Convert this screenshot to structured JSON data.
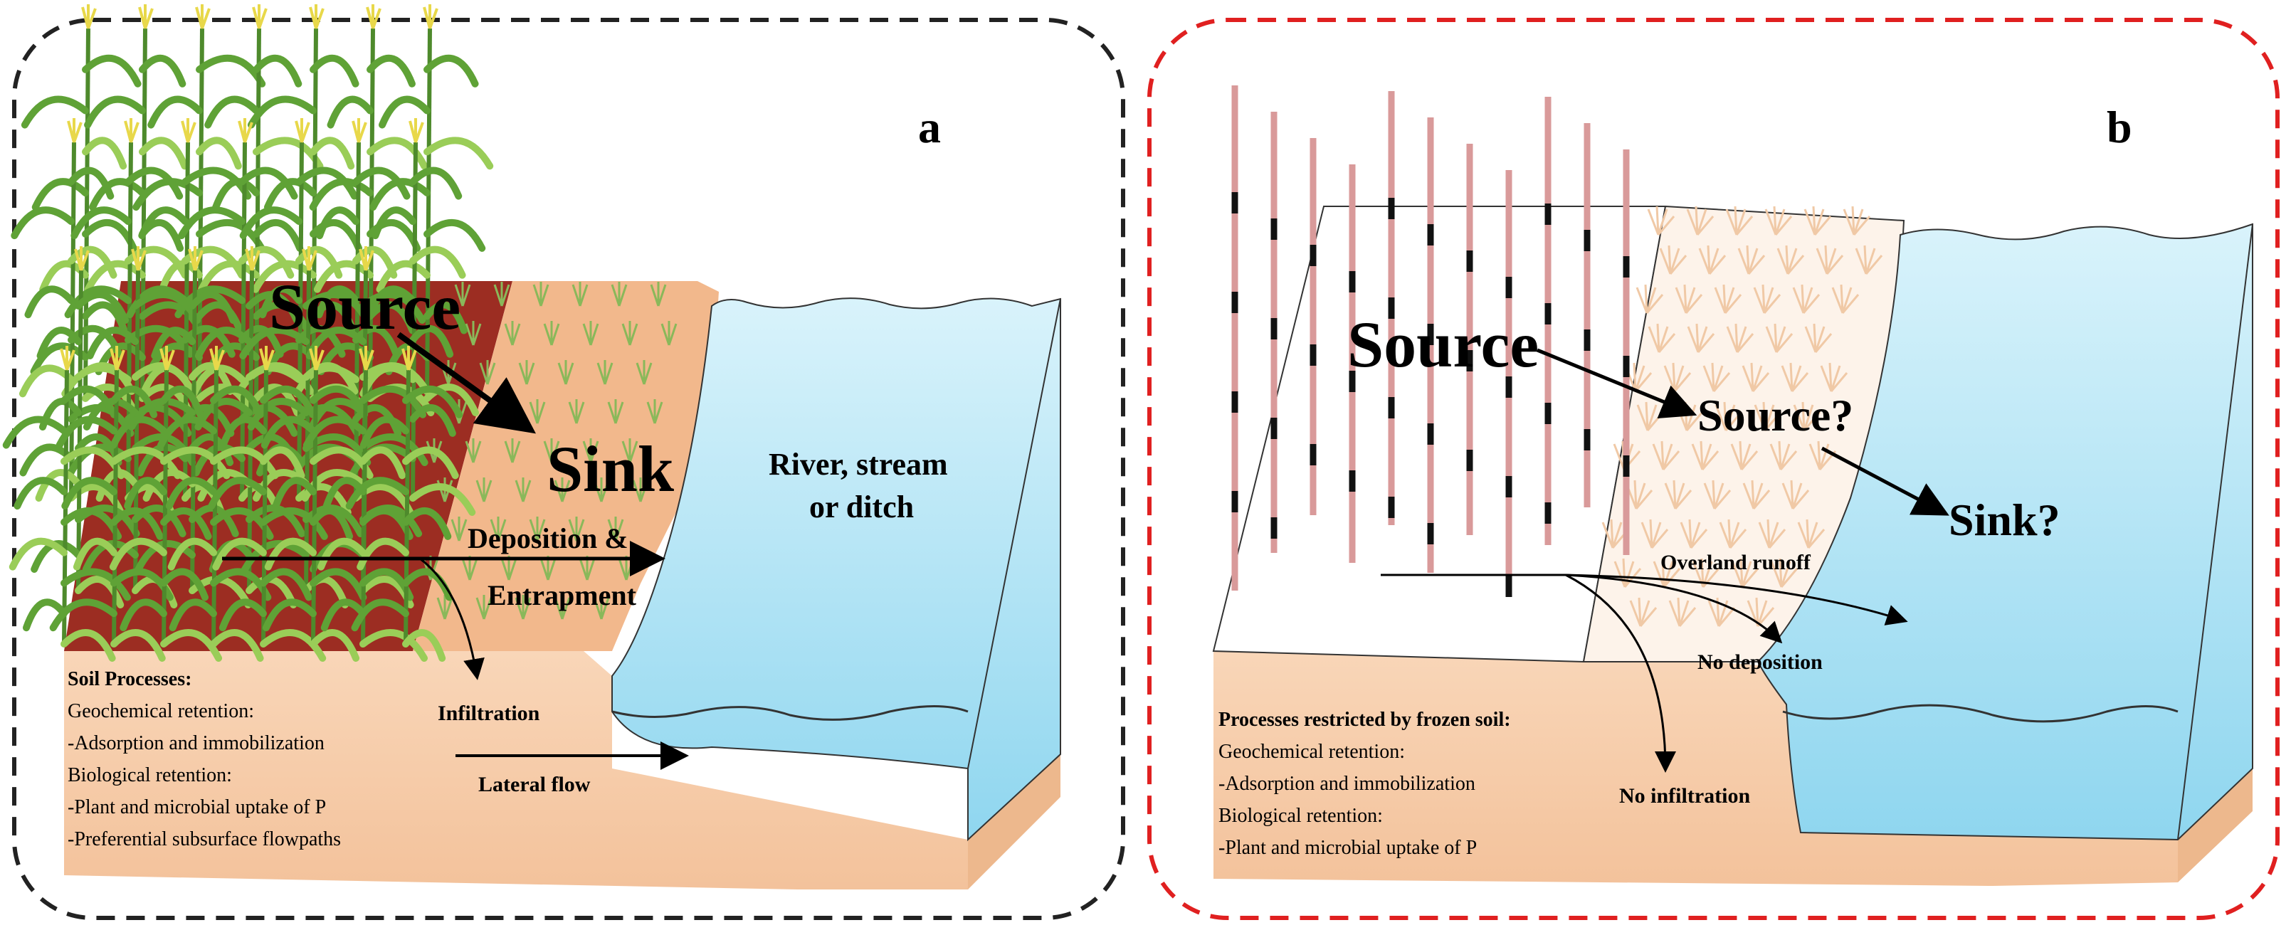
{
  "panel_a": {
    "letter": "a",
    "source": "Source",
    "sink": "Sink",
    "water_label": [
      "River, stream",
      "or ditch"
    ],
    "deposition": [
      "Deposition &",
      "Entrapment"
    ],
    "infiltration": "Infiltration",
    "lateral_flow": "Lateral flow",
    "soil_processes_title": "Soil Processes:",
    "soil_processes_lines": [
      "Geochemical retention:",
      "-Adsorption and immobilization",
      "Biological retention:",
      "-Plant and microbial uptake of P",
      "-Preferential subsurface flowpaths"
    ]
  },
  "panel_b": {
    "letter": "b",
    "source": "Source",
    "source_q": "Source?",
    "sink_q": "Sink?",
    "overland_runoff": "Overland runoff",
    "no_deposition": "No deposition",
    "no_infiltration": "No infiltration",
    "frozen_title": "Processes restricted by frozen soil:",
    "frozen_lines": [
      "Geochemical retention:",
      "-Adsorption and immobilization",
      "Biological retention:",
      "-Plant and microbial uptake of P"
    ]
  },
  "colors": {
    "panel_a_border": "#222222",
    "panel_b_border": "#e02020",
    "water": "#b8e6f6",
    "soil": "#f6c9a4",
    "field_soil": "#9c2d22",
    "buffer": "#f2b88c",
    "crop": "#6cae3e",
    "stubble": "#d99a9a"
  }
}
